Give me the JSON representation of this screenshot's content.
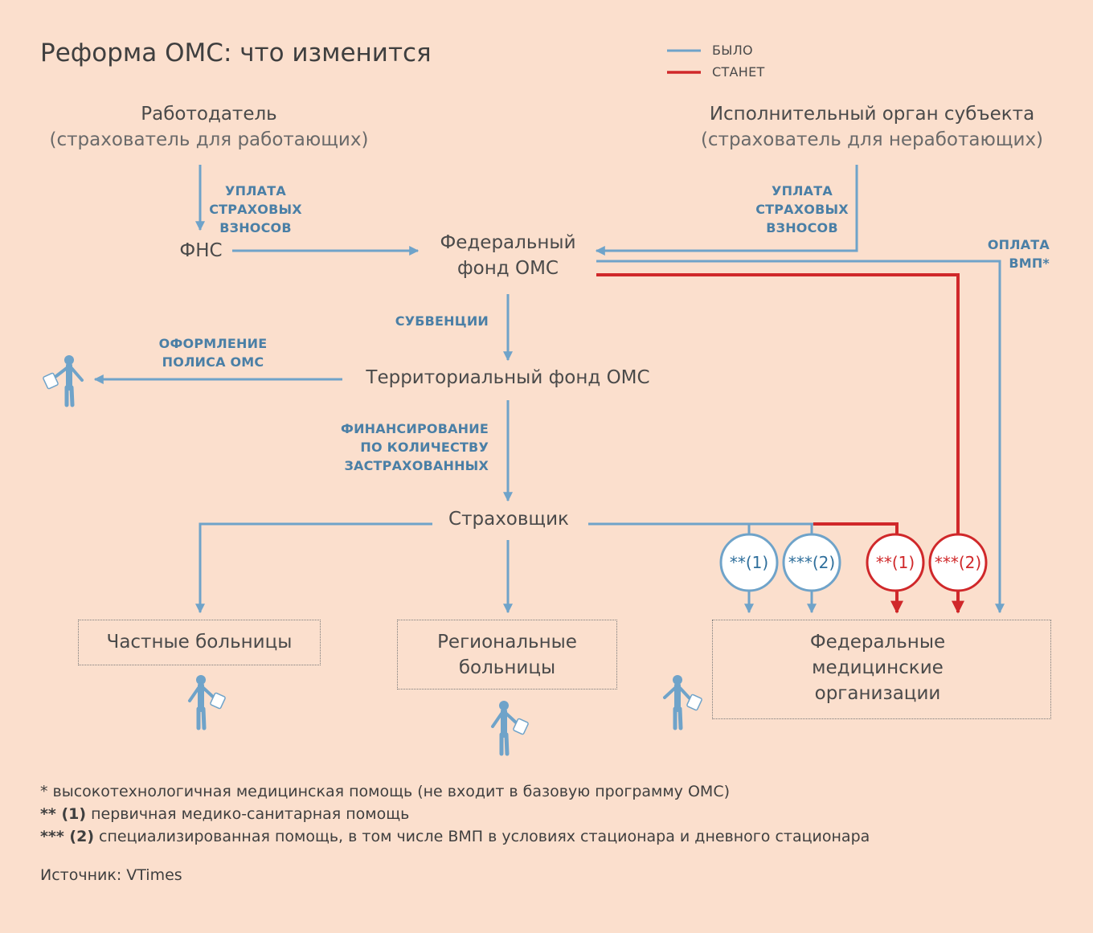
{
  "title": "Реформа ОМС: что изменится",
  "legend": {
    "was": {
      "label": "БЫЛО",
      "color": "#6fa3c9"
    },
    "will_be": {
      "label": "СТАНЕТ",
      "color": "#d0282a"
    }
  },
  "nodes": {
    "employer": {
      "title": "Работодатель",
      "subtitle": "(страхователь для работающих)"
    },
    "executive_body": {
      "title": "Исполнительный орган субъекта",
      "subtitle": "(страхователь для неработающих)"
    },
    "fns": {
      "title": "ФНС"
    },
    "federal_fund": {
      "line1": "Федеральный",
      "line2": "фонд ОМС"
    },
    "territorial_fund": {
      "title": "Территориальный фонд ОМС"
    },
    "insurer": {
      "title": "Страховщик"
    },
    "private_hospitals": {
      "title": "Частные больницы"
    },
    "regional_hospitals": {
      "line1": "Региональные",
      "line2": "больницы"
    },
    "federal_orgs": {
      "line1": "Федеральные",
      "line2": "медицинские",
      "line3": "организации"
    }
  },
  "edge_labels": {
    "payment_left": {
      "line1": "УПЛАТА",
      "line2": "СТРАХОВЫХ",
      "line3": "ВЗНОСОВ"
    },
    "payment_right": {
      "line1": "УПЛАТА",
      "line2": "СТРАХОВЫХ",
      "line3": "ВЗНОСОВ"
    },
    "vmp_payment": {
      "line1": "ОПЛАТА",
      "line2": "ВМП*"
    },
    "subventions": {
      "line1": "СУБВЕНЦИИ"
    },
    "policy": {
      "line1": "ОФОРМЛЕНИЕ",
      "line2": "ПОЛИСА ОМС"
    },
    "financing": {
      "line1": "ФИНАНСИРОВАНИЕ",
      "line2": "ПО КОЛИЧЕСТВУ",
      "line3": "ЗАСТРАХОВАННЫХ"
    }
  },
  "circles": {
    "blue1": "**(1)",
    "blue2": "***(2)",
    "red1": "**(1)",
    "red2": "***(2)"
  },
  "notes": {
    "n1": "* высокотехнологичная медицинская помощь (не входит в базовую программу ОМС)",
    "n2_mark": "** (1)",
    "n2_text": " первичная медико-санитарная помощь",
    "n3_mark": "*** (2)",
    "n3_text": " специализированная помощь, в том числе ВМП в условиях стационара и дневного стационара"
  },
  "source": "Источник: VTimes",
  "colors": {
    "background": "#fbdfcd",
    "blue": "#6fa3c9",
    "red": "#d0282a",
    "person": "#6fa3c9"
  }
}
